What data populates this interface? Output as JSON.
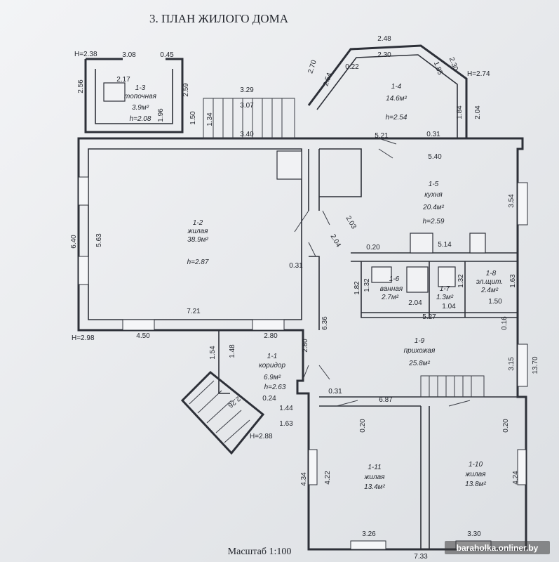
{
  "title": "3. ПЛАН ЖИЛОГО ДОМА",
  "scale": "Масштаб 1:100",
  "watermark": "baraholka.onliner.by",
  "rooms": [
    {
      "id": "1-3",
      "name": "топочная",
      "area": "3.9м²",
      "height": "h=2.08"
    },
    {
      "id": "1-4",
      "name": "",
      "area": "14.6м²",
      "height": "h=2.54"
    },
    {
      "id": "1-2",
      "name": "жилая",
      "area": "38.9м²",
      "height": "h=2.87"
    },
    {
      "id": "1-5",
      "name": "кухня",
      "area": "20.4м²",
      "height": "h=2.59"
    },
    {
      "id": "1-6",
      "name": "ванная",
      "area": "2.7м²",
      "height": ""
    },
    {
      "id": "1-7",
      "name": "",
      "area": "1.3м²",
      "height": ""
    },
    {
      "id": "1-8",
      "name": "эл.щит.",
      "area": "2.4м²",
      "height": ""
    },
    {
      "id": "1-9",
      "name": "прихожая",
      "area": "25.8м²",
      "height": ""
    },
    {
      "id": "1-1",
      "name": "коридор",
      "area": "6.9м²",
      "height": "h=2.63"
    },
    {
      "id": "1-11",
      "name": "жилая",
      "area": "13.4м²",
      "height": ""
    },
    {
      "id": "1-10",
      "name": "жилая",
      "area": "13.8м²",
      "height": ""
    }
  ],
  "heights": [
    "H=2.38",
    "H=2.74",
    "H=2.98",
    "H=2.88"
  ],
  "dimensions": [
    "3.08",
    "0.45",
    "2.17",
    "2.56",
    "2.59",
    "1.96",
    "1.50",
    "1.34",
    "3.29",
    "3.07",
    "3.40",
    "2.70",
    "2.54",
    "0.22",
    "2.48",
    "2.30",
    "2.30",
    "1.85",
    "1.84",
    "2.04",
    "5.21",
    "0.31",
    "5.40",
    "3.54",
    "6.40",
    "5.63",
    "2.03",
    "2.04",
    "0.20",
    "5.14",
    "0.31",
    "1.82",
    "1.32",
    "2.04",
    "1.32",
    "1.04",
    "1.63",
    "1.50",
    "5.27",
    "0.16",
    "7.21",
    "4.50",
    "2.80",
    "6.36",
    "2.80",
    "1.54",
    "1.48",
    "3.15",
    "13.70",
    "2.26",
    "0.24",
    "1.44",
    "1.63",
    "0.31",
    "6.87",
    "0.20",
    "0.20",
    "4.34",
    "4.22",
    "4.24",
    "3.26",
    "3.30",
    "7.33"
  ]
}
